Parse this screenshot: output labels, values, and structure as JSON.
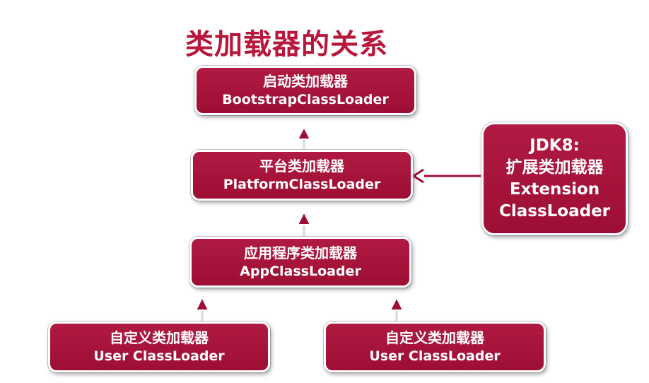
{
  "title": "类加载器的关系",
  "nodes": {
    "bootstrap": {
      "cn": "启动类加载器",
      "en": "BootstrapClassLoader"
    },
    "platform": {
      "cn": "平台类加载器",
      "en": "PlatformClassLoader"
    },
    "app": {
      "cn": "应用程序类加载器",
      "en": "AppClassLoader"
    },
    "user_left": {
      "cn": "自定义类加载器",
      "en": "User ClassLoader"
    },
    "user_right": {
      "cn": "自定义类加载器",
      "en": "User ClassLoader"
    },
    "jdk8_note": {
      "lines": [
        "JDK8:",
        "扩展类加载器",
        "Extension",
        "ClassLoader"
      ]
    }
  },
  "edges": [
    {
      "from": "platform",
      "to": "bootstrap"
    },
    {
      "from": "app",
      "to": "platform"
    },
    {
      "from": "user_left",
      "to": "app"
    },
    {
      "from": "user_right",
      "to": "app"
    },
    {
      "from": "jdk8_note",
      "to": "platform"
    }
  ],
  "colors": {
    "title": "#b8163a",
    "box": "#a8133b",
    "arrow": "#9e0e34"
  }
}
